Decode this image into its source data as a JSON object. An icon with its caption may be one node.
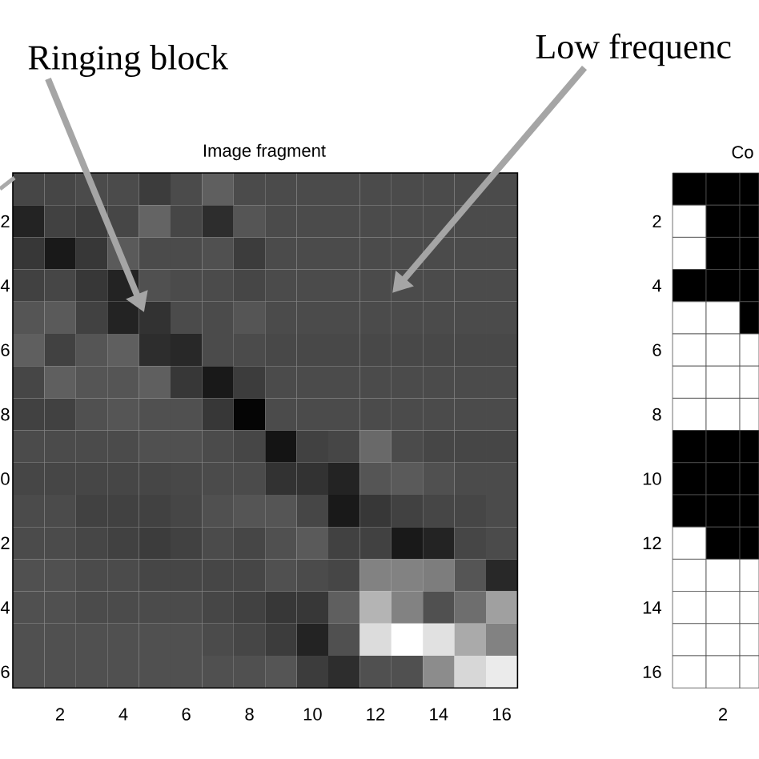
{
  "diagram": {
    "nodes": [
      {
        "text": [
          "Ringing block"
        ]
      },
      {
        "text": [
          "Low frequenc"
        ]
      }
    ],
    "edges": [
      {
        "from": 0,
        "to": null,
        "arrow": "to"
      },
      {
        "from": 1,
        "to": null,
        "arrow": "to"
      }
    ],
    "labels": [
      "Image fragment",
      "Co",
      "2",
      "4",
      "6",
      "8",
      "10",
      "12",
      "14",
      "16",
      "2",
      "4",
      "6",
      "8",
      "0",
      "2",
      "4",
      "6",
      "2",
      "4",
      "6",
      "8",
      "10",
      "12",
      "14",
      "16",
      "2"
    ]
  }
}
